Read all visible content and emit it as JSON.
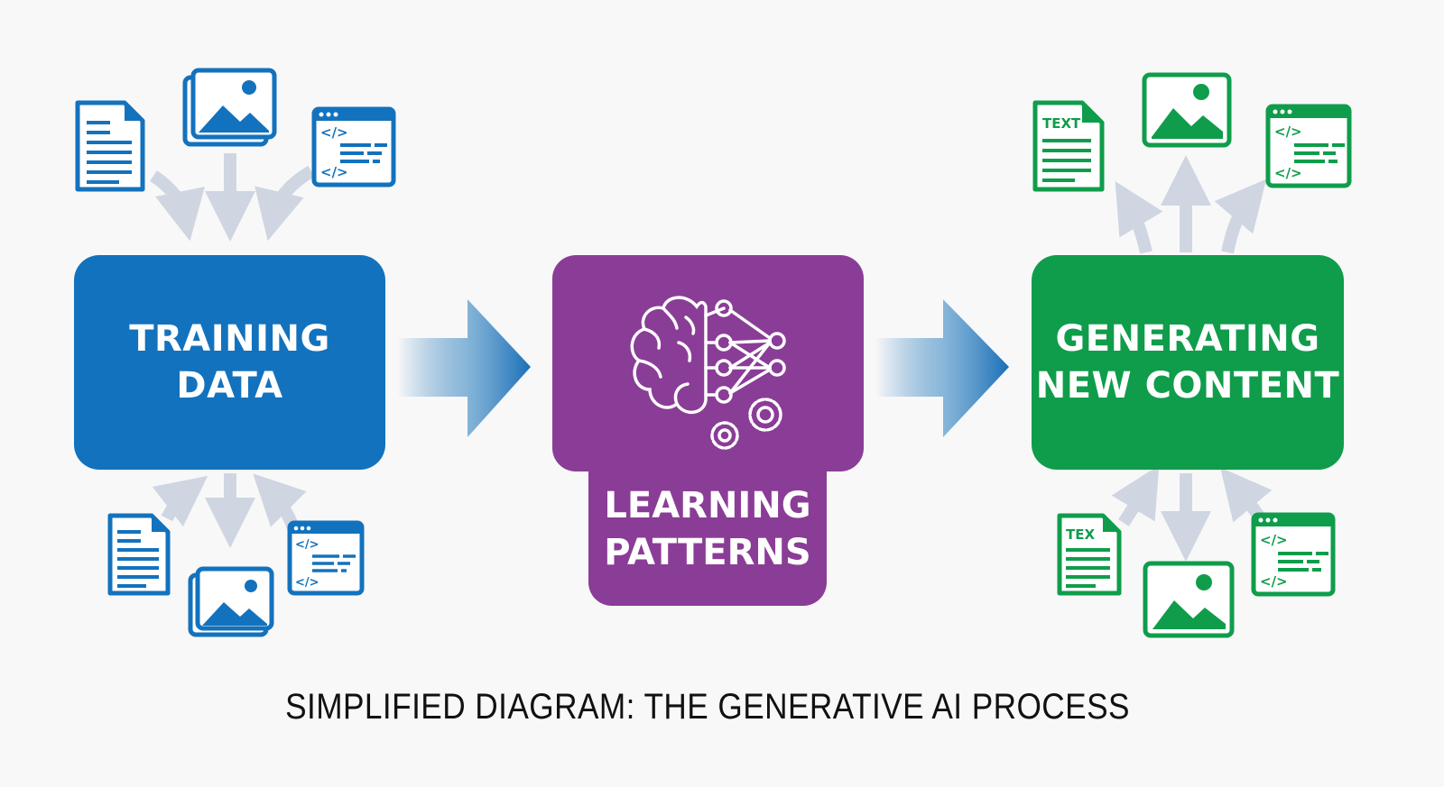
{
  "diagram": {
    "title": "SIMPLIFIED DIAGRAM: THE GENERATIVE AI PROCESS",
    "stages": [
      {
        "id": "training",
        "label_line1": "TRAINING",
        "label_line2": "DATA",
        "color": "#1372bd"
      },
      {
        "id": "learning",
        "label_line1": "LEARNING",
        "label_line2": "PATTERNS",
        "color": "#8a3d96",
        "icon": "brain-network-gears-icon"
      },
      {
        "id": "generating",
        "label_line1": "GENERATING",
        "label_line2": "NEW CONTENT",
        "color": "#0f9d4b"
      }
    ],
    "input_icons": [
      "document-icon",
      "image-stack-icon",
      "code-window-icon",
      "document-icon",
      "image-stack-icon",
      "code-window-icon"
    ],
    "output_icons": [
      {
        "icon": "text-document-icon",
        "label": "TEXT"
      },
      {
        "icon": "image-icon"
      },
      {
        "icon": "code-window-icon"
      },
      {
        "icon": "text-document-icon",
        "label": "TEX"
      },
      {
        "icon": "image-icon"
      },
      {
        "icon": "code-window-icon"
      }
    ],
    "code_glyph": "</>",
    "colors": {
      "arrow_gray": "#cfd6e2",
      "flow_arrow": "#1a6fb8",
      "background": "#f8f8f8"
    }
  }
}
